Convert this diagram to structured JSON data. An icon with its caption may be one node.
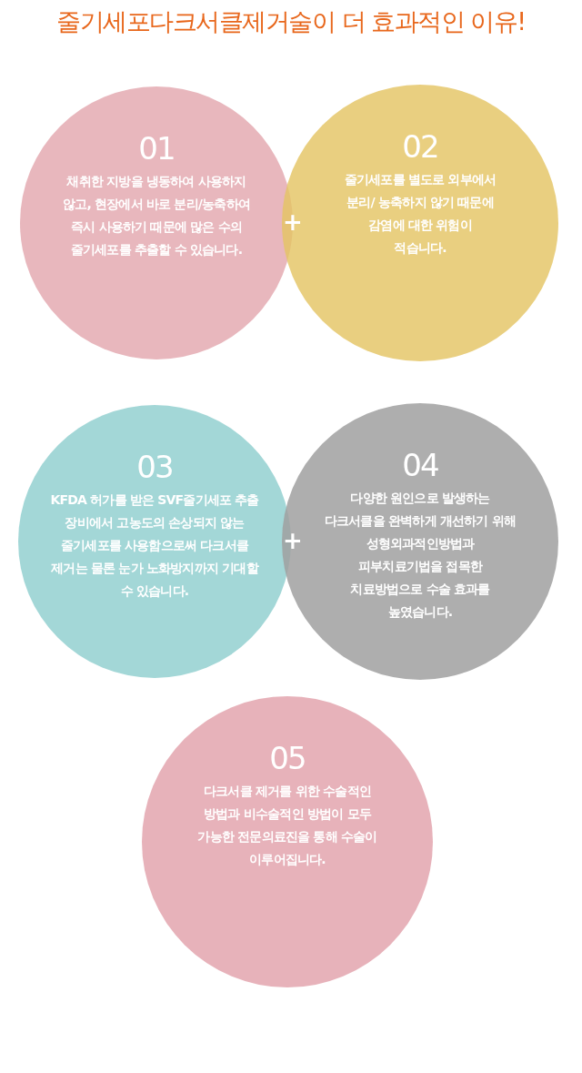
{
  "diagram": {
    "title": "줄기세포다크서클제거술이 더 효과적인 이유!",
    "nodes": [
      {
        "text": [
          "01",
          "채취한 지방을 냉동하여 사용하지 않고, 현장에서 바로 분리/농축하여 즉시 사용하기 때문에 많은 수의 줄기세포를 추출할 수 있습니다."
        ]
      },
      {
        "text": [
          "02",
          "줄기세포를 별도로 외부에서 분리/ 농축하지 않기 때문에 감염에 대한 위험이 적습니다."
        ]
      },
      {
        "text": [
          "03",
          "KFDA 허가를 받은 SVF줄기세포 추출 장비에서 고농도의 손상되지 않는 줄기세포를 사용함으로써 다크서클 제거는 물론 눈가 노화방지까지 기대할 수 있습니다."
        ]
      },
      {
        "text": [
          "04",
          "다양한 원인으로 발생하는 다크서클을 완벽하게 개선하기 위해 성형외과적인방법과 피부치료기법을 접목한 치료방법으로 수술 효과를 높였습니다."
        ]
      },
      {
        "text": [
          "05",
          "다크서클 제거를 위한 수술적인 방법과 비수술적인 방법이 모두 가능한 전문의료진을 통해 수술이 이루어집니다."
        ]
      }
    ],
    "labels": [
      "+",
      "+"
    ]
  }
}
